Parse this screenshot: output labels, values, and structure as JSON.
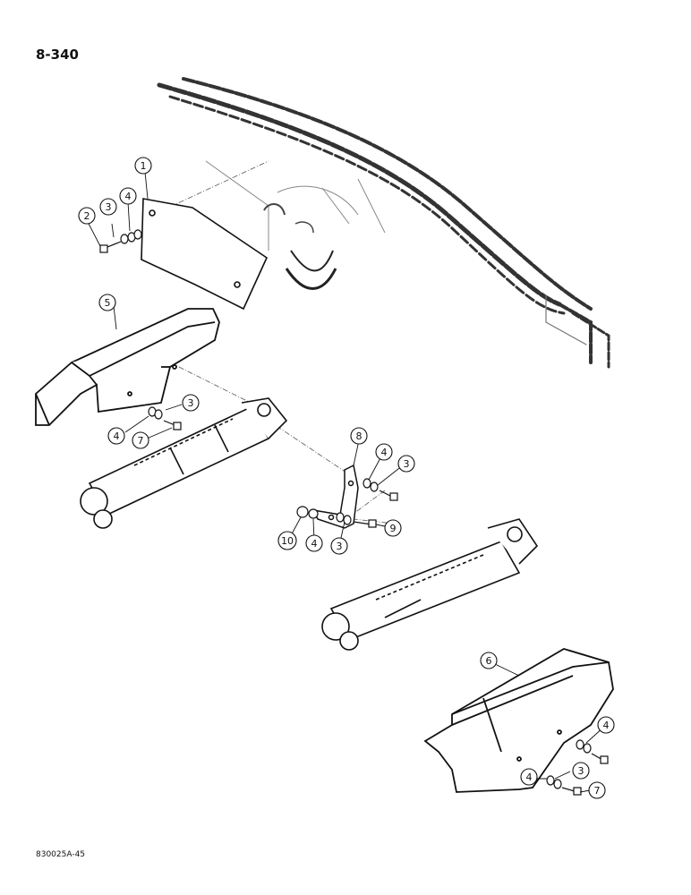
{
  "page": {
    "number": "8-340",
    "figure_code": "830025A-45"
  },
  "callouts": [
    {
      "label": "1",
      "part": "shield-plate"
    },
    {
      "label": "2",
      "part": "bolt"
    },
    {
      "label": "3",
      "part": "washer"
    },
    {
      "label": "4",
      "part": "washer"
    },
    {
      "label": "4",
      "part": "washer"
    },
    {
      "label": "5",
      "part": "cylinder-guard-left"
    },
    {
      "label": "3",
      "part": "washer"
    },
    {
      "label": "4",
      "part": "washer"
    },
    {
      "label": "7",
      "part": "bolt"
    },
    {
      "label": "8",
      "part": "bracket"
    },
    {
      "label": "4",
      "part": "washer"
    },
    {
      "label": "3",
      "part": "washer"
    },
    {
      "label": "9",
      "part": "bolt"
    },
    {
      "label": "3",
      "part": "washer"
    },
    {
      "label": "4",
      "part": "washer"
    },
    {
      "label": "10",
      "part": "nut"
    },
    {
      "label": "6",
      "part": "cylinder-guard-right"
    },
    {
      "label": "4",
      "part": "washer"
    },
    {
      "label": "3",
      "part": "washer"
    },
    {
      "label": "7",
      "part": "bolt"
    },
    {
      "label": "4",
      "part": "washer"
    }
  ]
}
